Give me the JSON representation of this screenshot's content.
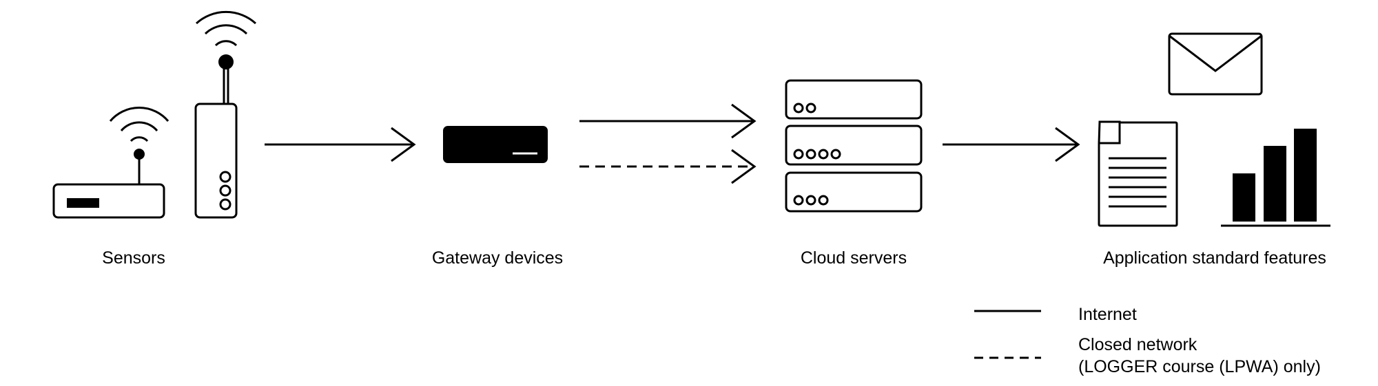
{
  "stages": [
    {
      "id": "sensors",
      "label": "Sensors"
    },
    {
      "id": "gateway",
      "label": "Gateway devices"
    },
    {
      "id": "cloud",
      "label": "Cloud servers"
    },
    {
      "id": "application",
      "label": "Application standard features"
    }
  ],
  "legend": {
    "internet": "Internet",
    "closed_line1": "Closed network",
    "closed_line2": "(LOGGER course (LPWA) only)"
  },
  "colors": {
    "ink": "#000000",
    "background": "#ffffff"
  }
}
